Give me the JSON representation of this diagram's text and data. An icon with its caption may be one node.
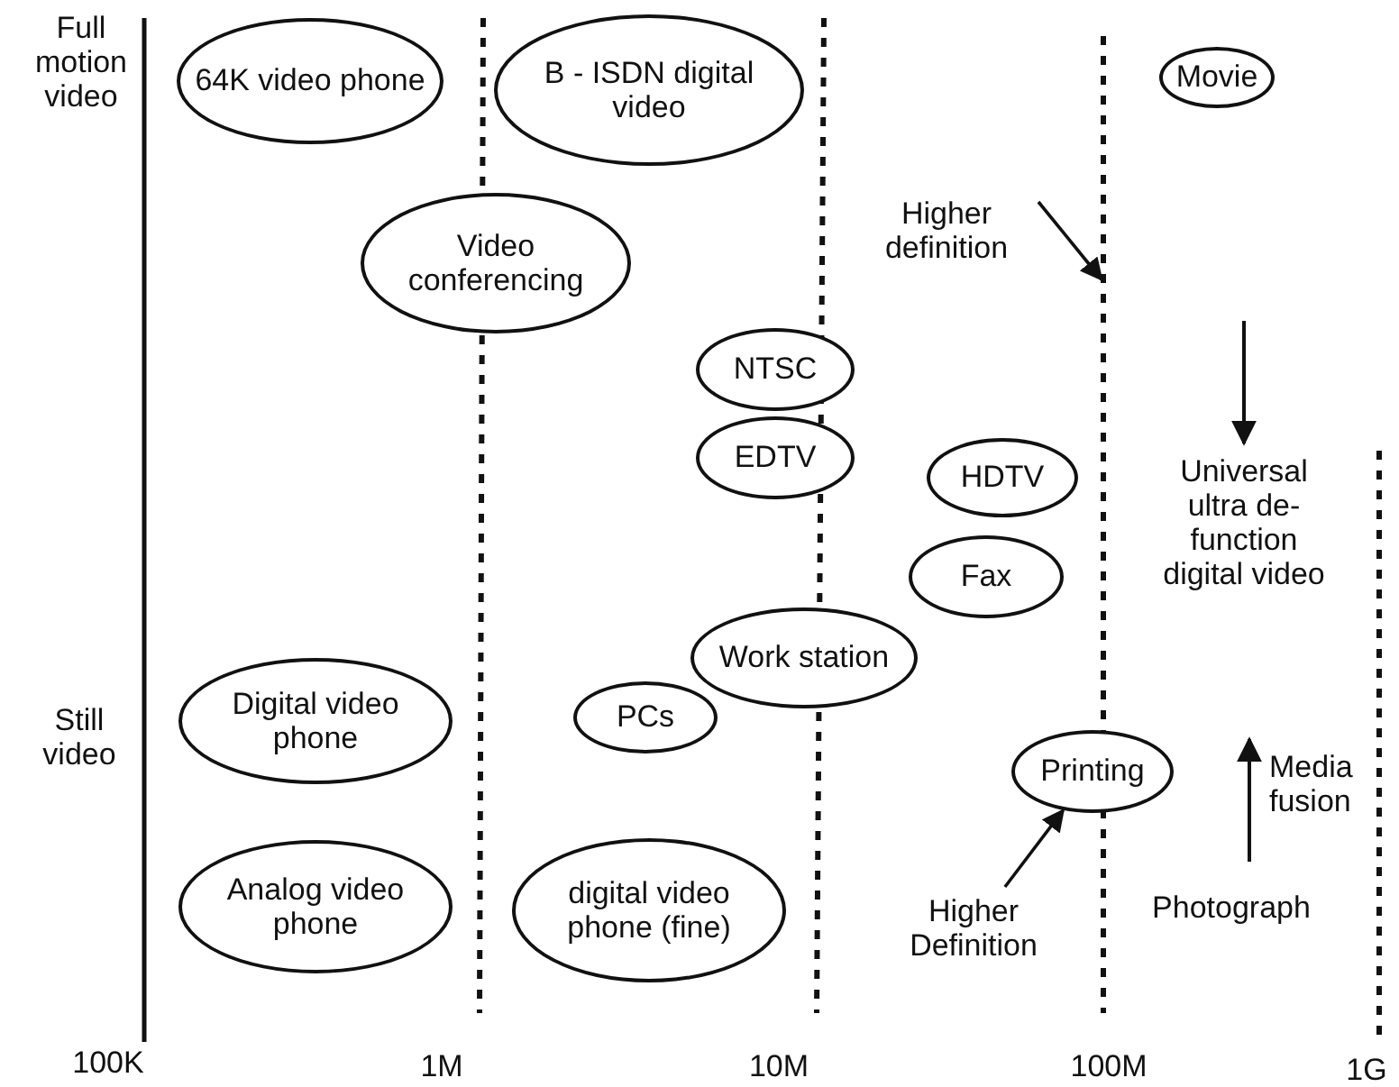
{
  "diagram": {
    "nodes": [
      {
        "text": [
          "64K video phone"
        ]
      },
      {
        "text": [
          "B - ISDN digital video"
        ]
      },
      {
        "text": [
          "Movie"
        ]
      },
      {
        "text": [
          "Higher definition"
        ]
      },
      {
        "text": [
          "Video conferencing"
        ]
      },
      {
        "text": [
          "NTSC"
        ]
      },
      {
        "text": [
          "EDTV"
        ]
      },
      {
        "text": [
          "HDTV"
        ]
      },
      {
        "text": [
          "Fax"
        ]
      },
      {
        "text": [
          "Work station"
        ]
      },
      {
        "text": [
          "Digital video phone"
        ]
      },
      {
        "text": [
          "PCs"
        ]
      },
      {
        "text": [
          "Printing"
        ]
      },
      {
        "text": [
          "Higher Definition"
        ]
      },
      {
        "text": [
          "Analog video phone"
        ]
      },
      {
        "text": [
          "digital video phone (fine)"
        ]
      }
    ],
    "edges": [
      {
        "from": 3,
        "to": null,
        "arrow": "to"
      },
      {
        "from": 13,
        "to": 12,
        "arrow": "to"
      }
    ],
    "labels": [
      "Full motion video",
      "Universal ultra de-function digital video",
      "Still video",
      "Media fusion",
      "Photograph",
      "100K",
      "1M",
      "10M",
      "100M",
      "1G"
    ]
  }
}
